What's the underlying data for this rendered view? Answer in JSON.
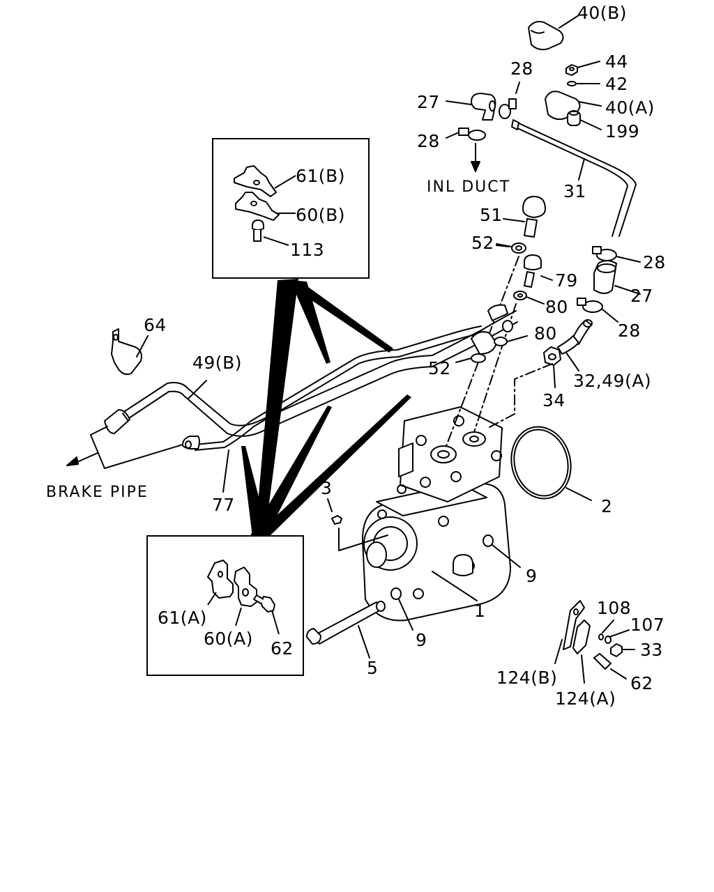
{
  "annotations": {
    "inlet_duct": "INL DUCT",
    "brake_pipe": "BRAKE PIPE"
  },
  "callouts": {
    "p40b": "40(B)",
    "p44": "44",
    "p42": "42",
    "p40a": "40(A)",
    "p199": "199",
    "p28_top": "28",
    "p27_top": "27",
    "p28_duct": "28",
    "p31": "31",
    "p51": "51",
    "p52_top": "52",
    "p28_right1": "28",
    "p79": "79",
    "p27_right": "27",
    "p80_top": "80",
    "p28_right2": "28",
    "p80_mid": "80",
    "p52_mid": "52",
    "p32_49a": "32,49(A)",
    "p34": "34",
    "p64": "64",
    "p49b": "49(B)",
    "p77": "77",
    "p3": "3",
    "p2": "2",
    "p9_right": "9",
    "p1": "1",
    "p9_low": "9",
    "p5": "5",
    "p108": "108",
    "p107": "107",
    "p33": "33",
    "p62_right": "62",
    "p124b": "124(B)",
    "p124a": "124(A)"
  },
  "inset_top": {
    "p61b": "61(B)",
    "p60b": "60(B)",
    "p113": "113"
  },
  "inset_bottom": {
    "p61a": "61(A)",
    "p60a": "60(A)",
    "p62": "62"
  }
}
